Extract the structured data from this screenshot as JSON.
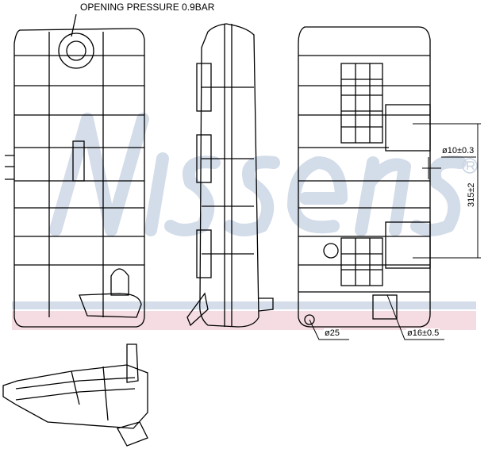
{
  "title_note": "OPENING PRESSURE 0.9BAR",
  "dimensions": {
    "inlet_diameter": "ø10±0.3",
    "height": "315±2",
    "outlet_large": "ø25",
    "outlet_small": "ø16±0.5"
  },
  "watermark": {
    "brand": "Nissens",
    "registered": "®"
  },
  "colors": {
    "watermark_blue": "#c9d4e4",
    "band_pink": "#f2d3db",
    "line": "#000000"
  }
}
